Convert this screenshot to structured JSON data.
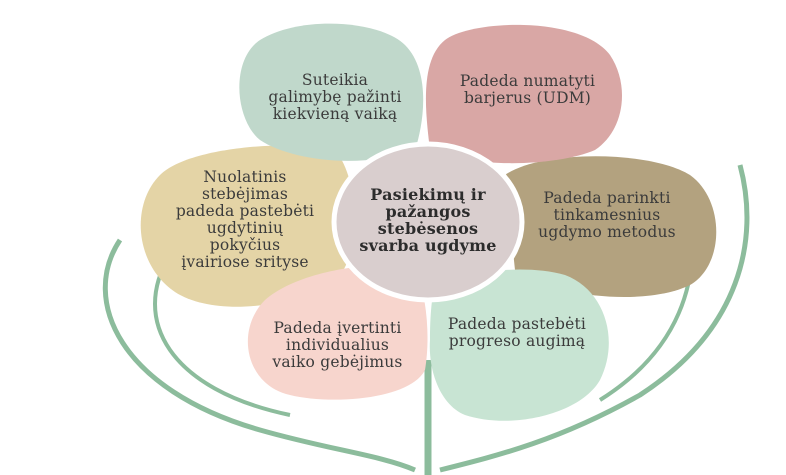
{
  "center": {
    "label": "Pasiekimų ir\npažangos\nstebėsenos\nsvarba ugdyme",
    "color": "#d9cece"
  },
  "petals": [
    {
      "id": "top-left",
      "label": "Suteikia\ngalimybę pažinti\nkiekvieną vaiką",
      "color": "#c0d8cb"
    },
    {
      "id": "top-right",
      "label": "Padeda numatyti\nbarjerus (UDM)",
      "color": "#d9a7a5"
    },
    {
      "id": "right",
      "label": "Padeda parinkti\ntinkamesnius\nugdymo metodus",
      "color": "#b3a27f"
    },
    {
      "id": "bottom-right",
      "label": "Padeda pastebėti\nprogreso augimą",
      "color": "#c8e4d3"
    },
    {
      "id": "bottom-left",
      "label": "Padeda įvertinti\nindividualius\nvaiko gebėjimus",
      "color": "#f7d5cd"
    },
    {
      "id": "left",
      "label": "Nuolatinis\nstebėjimas\npadeda pastebėti\nugdytinių\npokyčius\nįvairiose srityse",
      "color": "#e4d4a6"
    }
  ],
  "stem_color": "#8cbc9c"
}
